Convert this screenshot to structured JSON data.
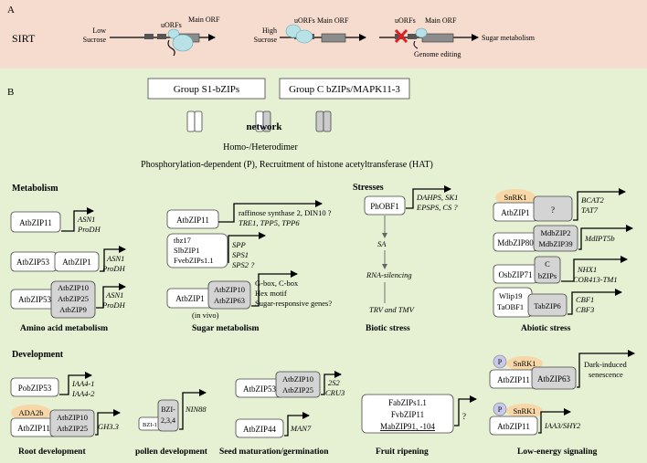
{
  "panel_a": {
    "letter": "A",
    "label": "SIRT",
    "low_sucrose": [
      "Low",
      "Sucrose"
    ],
    "high_sucrose": [
      "High",
      "Sucrose"
    ],
    "uorfs": "uORFs",
    "main_orf": "Main ORF",
    "sugar_metabolism": "Sugar metabolism",
    "genome_editing": "Genome editing"
  },
  "panel_b": {
    "letter": "B",
    "group_s1": "Group S1-bZIPs",
    "group_c": "Group C bZIPs/MAPK11-3",
    "network": "network",
    "dimer": "Homo-/Heterodimer",
    "phospho": "Phosphorylation-dependent (P), Recruitment of histone acetyltransferase (HAT)"
  },
  "metabolism": {
    "heading": "Metabolism",
    "row1": {
      "protein": "AtbZIP11",
      "genes": [
        "ASN1",
        "ProDH"
      ]
    },
    "row2": {
      "proteins": [
        "AtbZIP53",
        "AtbZIP1"
      ],
      "genes": [
        "ASN1",
        "ProDH"
      ]
    },
    "row3": {
      "protein": "AtbZIP53",
      "stack": [
        "AtbZIP10",
        "AtbZIP25",
        "AtbZIP9"
      ],
      "genes": [
        "ASN1",
        "ProDH"
      ]
    },
    "caption": "Amino acid metabolism"
  },
  "sugar": {
    "row1": {
      "protein": "AtbZIP11",
      "genes": [
        "raffinose synthase 2, DIN10 ?",
        "TRE1, TPP5, TPP6"
      ]
    },
    "row2": {
      "proteins": [
        "tbz17",
        "SlbZIP1",
        "FvebZIPs1.1"
      ],
      "genes": [
        "SPP",
        "SPS1",
        "SPS2 ?"
      ]
    },
    "row3": {
      "protein": "AtbZIP1",
      "stack": [
        "AtbZIP10",
        "AtbZIP63"
      ],
      "note": "(in vivo)",
      "targets": [
        "G-box, C-box",
        "Hex motif",
        "Sugar-responsive genes?"
      ]
    },
    "caption": "Sugar metabolism"
  },
  "stresses": {
    "heading": "Stresses",
    "protein": "PhOBF1",
    "genes": [
      "DAHPS, SK1",
      "EPSPS, CS ?"
    ],
    "sa": "SA",
    "rna": "RNA-silencing",
    "virus": "TRV and TMV",
    "caption": "Biotic stress"
  },
  "abiotic": {
    "row1": {
      "kinase": "SnRK1",
      "protein": "AtbZIP1",
      "unknown": "?",
      "genes": [
        "BCAT2",
        "TAT7"
      ]
    },
    "row2": {
      "protein": "MdbZIP80",
      "stack": [
        "MdbZIP2",
        "MdbZIP39"
      ],
      "genes": [
        "MdIPT5b"
      ]
    },
    "row3": {
      "protein": "OsbZIP71",
      "stack": [
        "C",
        "bZIPs"
      ],
      "genes": [
        "NHX1",
        "COR413-TM1"
      ]
    },
    "row4": {
      "left": [
        "Wlip19",
        "TaOBF1"
      ],
      "right": "TabZIP6",
      "genes": [
        "CBF1",
        "CBF3"
      ]
    },
    "caption": "Abiotic stress"
  },
  "development": {
    "heading": "Development",
    "root": {
      "protein": "PobZIP53",
      "genes": [
        "IAA4-1",
        "IAA4-2"
      ],
      "coact": "ADA2b",
      "left": "AtbZIP11",
      "stack": [
        "AtbZIP10",
        "AtbZIP25"
      ],
      "gene2": "GH3.3",
      "caption": "Root development"
    },
    "pollen": {
      "left": "BZI-1",
      "right": [
        "BZI-",
        "2,3,4"
      ],
      "gene": "NIN88",
      "caption": "pollen development"
    },
    "seed": {
      "left": "AtbZIP53",
      "stack": [
        "AtbZIP10",
        "AtbZIP25"
      ],
      "genes": [
        "2S2",
        "CRU3"
      ],
      "protein2": "AtbZIP44",
      "gene2": "MAN7",
      "caption": "Seed maturation/germination"
    },
    "fruit": {
      "lines": [
        "FabZIPs1.1",
        "FvbZIP11",
        "MabZIP91, -104"
      ],
      "unknown": "?",
      "caption": "Fruit ripening"
    },
    "lowenergy": {
      "p": "P",
      "kinase": "SnRK1",
      "left": "AtbZIP11",
      "right": "AtbZIP63",
      "outcome": [
        "Dark-induced",
        "senescence"
      ],
      "gene2": "IAA3/SHY2",
      "caption": "Low-energy signaling"
    }
  },
  "colors": {
    "panel_a_bg": "#f6dccf",
    "panel_b_bg": "#e6f1d4",
    "box_gray": "#d4d4d4",
    "ring": "#f7d7a8",
    "blob": "#b9e2e8",
    "cross": "#e02020"
  }
}
